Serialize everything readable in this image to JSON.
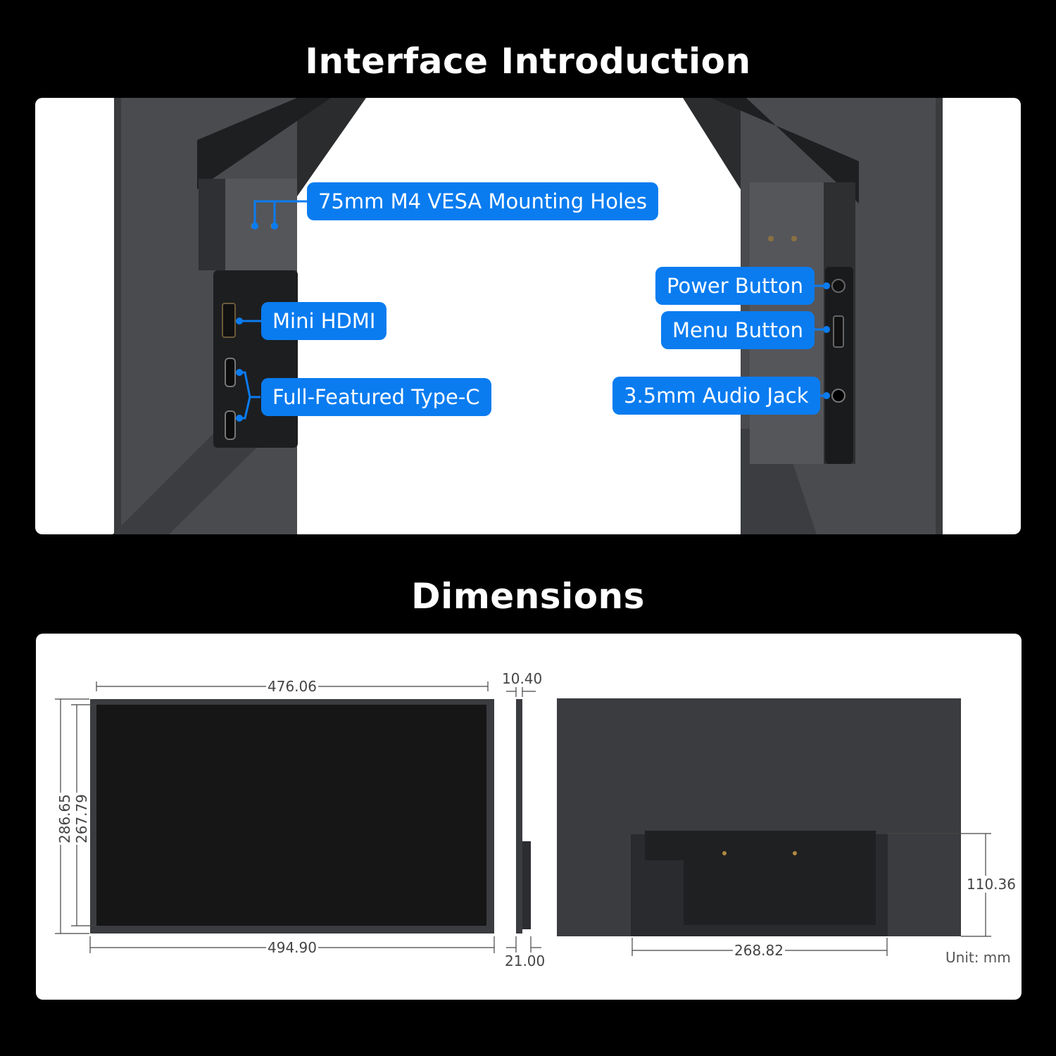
{
  "sections": {
    "interface_title": "Interface Introduction",
    "dimensions_title": "Dimensions"
  },
  "callouts": {
    "vesa": "75mm M4 VESA Mounting Holes",
    "mini_hdmi": "Mini HDMI",
    "type_c": "Full-Featured Type-C",
    "power": "Power Button",
    "menu": "Menu Button",
    "audio": "3.5mm Audio Jack"
  },
  "dimensions": {
    "screen_width": "476.06",
    "overall_width": "494.90",
    "overall_height": "286.65",
    "screen_height": "267.79",
    "thickness": "10.40",
    "depth_with_stand": "21.00",
    "stand_width": "268.82",
    "stand_height": "110.36",
    "unit": "Unit: mm"
  },
  "colors": {
    "accent": "#0a7cf0",
    "background": "#000000",
    "panel": "#ffffff"
  }
}
